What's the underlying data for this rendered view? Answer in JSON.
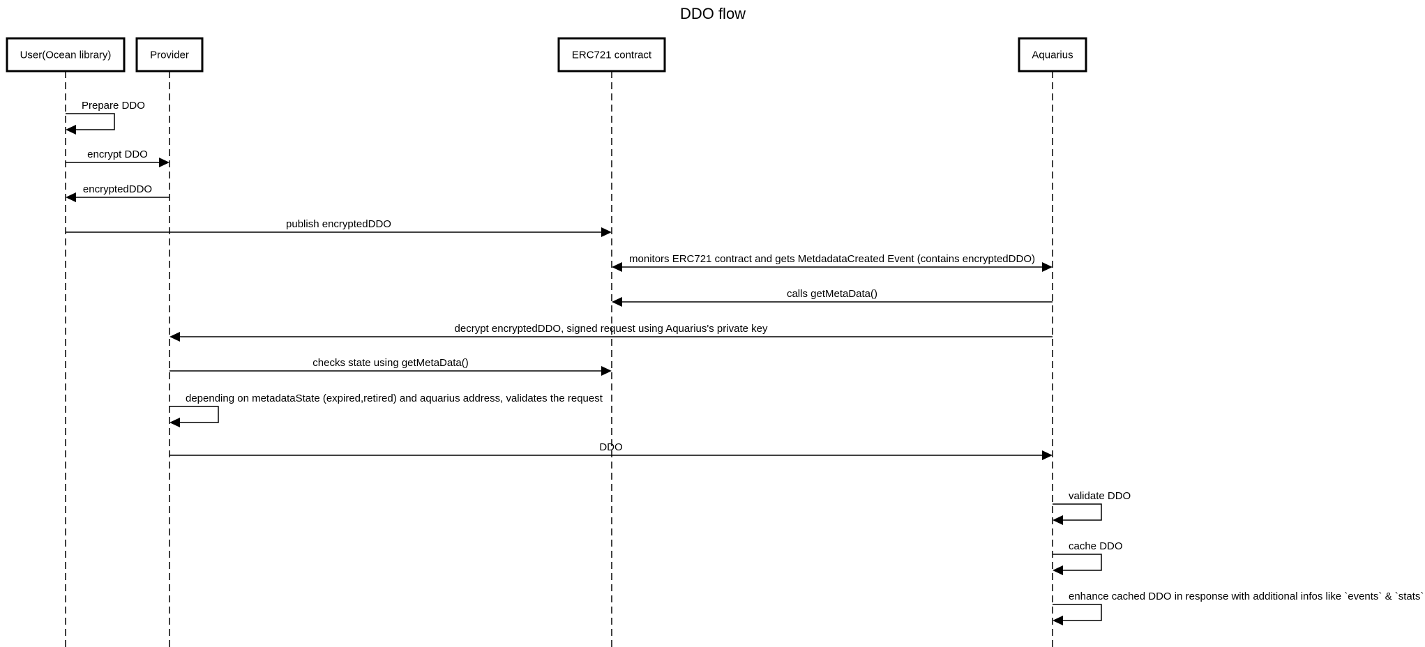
{
  "title": "DDO flow",
  "actors": [
    {
      "id": "user",
      "label": "User(Ocean library)"
    },
    {
      "id": "provider",
      "label": "Provider"
    },
    {
      "id": "erc721",
      "label": "ERC721 contract"
    },
    {
      "id": "aquarius",
      "label": "Aquarius"
    }
  ],
  "messages": [
    {
      "from": "user",
      "to": "user",
      "label": "Prepare DDO"
    },
    {
      "from": "user",
      "to": "provider",
      "label": "encrypt DDO"
    },
    {
      "from": "provider",
      "to": "user",
      "label": "encryptedDDO"
    },
    {
      "from": "user",
      "to": "erc721",
      "label": "publish encryptedDDO"
    },
    {
      "from": "erc721",
      "to": "aquarius",
      "label": "monitors ERC721 contract and gets MetdadataCreated Event (contains encryptedDDO)",
      "bidirectional": true
    },
    {
      "from": "aquarius",
      "to": "erc721",
      "label": "calls getMetaData()"
    },
    {
      "from": "aquarius",
      "to": "provider",
      "label": "decrypt encryptedDDO, signed request using Aquarius's private key"
    },
    {
      "from": "provider",
      "to": "erc721",
      "label": "checks state using getMetaData()"
    },
    {
      "from": "provider",
      "to": "provider",
      "label": "depending on metadataState (expired,retired) and aquarius address, validates the request"
    },
    {
      "from": "provider",
      "to": "aquarius",
      "label": "DDO"
    },
    {
      "from": "aquarius",
      "to": "aquarius",
      "label": "validate DDO"
    },
    {
      "from": "aquarius",
      "to": "aquarius",
      "label": "cache DDO"
    },
    {
      "from": "aquarius",
      "to": "aquarius",
      "label": "enhance cached DDO in response with additional infos like `events` & `stats`"
    }
  ]
}
